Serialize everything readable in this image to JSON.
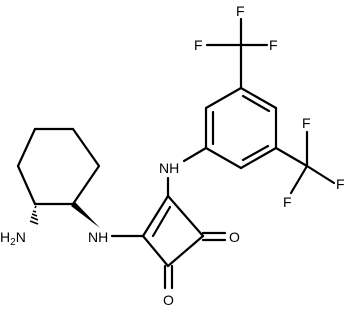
{
  "molecule": {
    "atoms": {
      "f_top_left": "F",
      "f_top_right": "F",
      "f_top_bottom": "F",
      "f_right_top": "F",
      "f_right_right": "F",
      "f_right_bottom": "F",
      "nh_upper": "NH",
      "nh_lower": "NH",
      "o_right": "O",
      "o_bottom": "O",
      "amine_h": "H",
      "amine_sub": "2",
      "amine_n": "N"
    }
  }
}
